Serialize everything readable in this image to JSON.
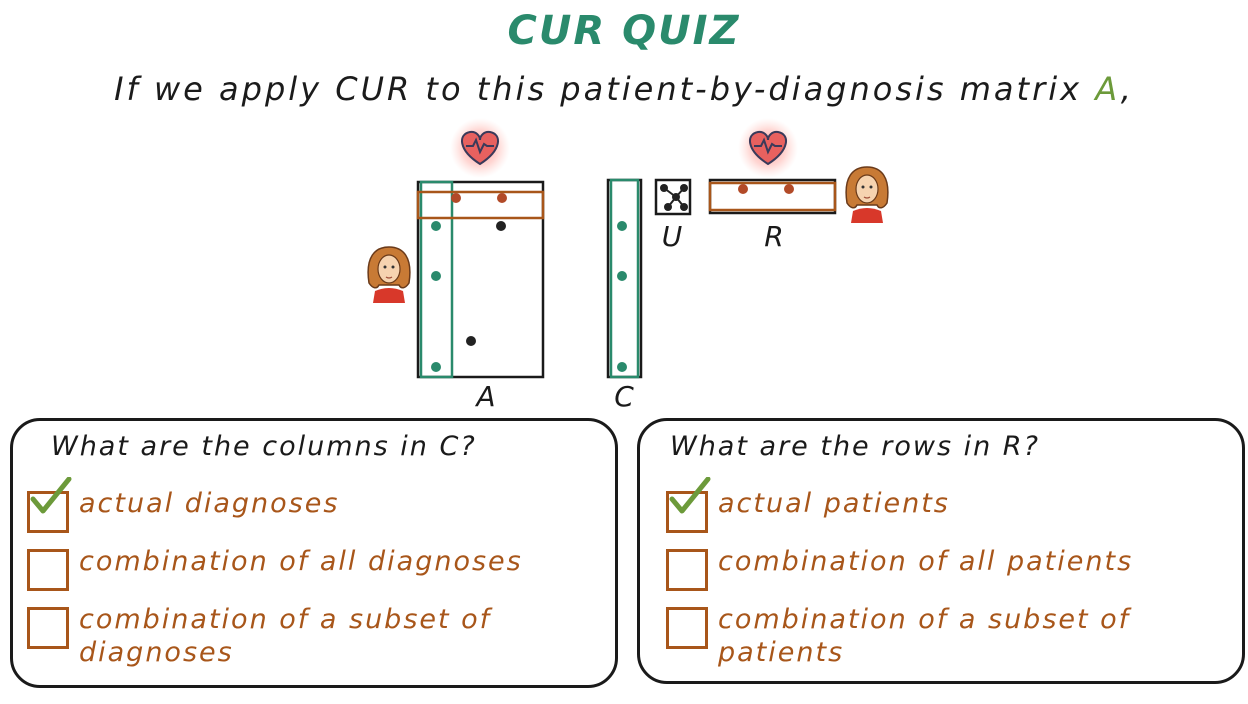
{
  "header": {
    "title": "CUR QUIZ",
    "subtitle_text": "If we apply CUR to this patient-by-diagnosis matrix",
    "subtitle_var": "A",
    "subtitle_end": ","
  },
  "diagram": {
    "labels": {
      "a": "A",
      "c": "C",
      "u": "U",
      "r": "R"
    },
    "colors": {
      "column_highlight": "#2a8a6c",
      "row_highlight": "#a8561a",
      "dot_dark": "#222222",
      "heart": "#e8615f",
      "person_hair": "#c87a35",
      "person_shirt": "#d8382a"
    }
  },
  "questions": [
    {
      "question": "What are the columns in C?",
      "options": [
        {
          "label": "actual diagnoses",
          "checked": true
        },
        {
          "label": "combination of all diagnoses",
          "checked": false
        },
        {
          "label": "combination of a subset of diagnoses",
          "checked": false
        }
      ]
    },
    {
      "question": "What are the rows in R?",
      "options": [
        {
          "label": "actual patients",
          "checked": true
        },
        {
          "label": "combination of all patients",
          "checked": false
        },
        {
          "label": "combination of a subset of patients",
          "checked": false
        }
      ]
    }
  ],
  "check_color": "#6c9a3a"
}
